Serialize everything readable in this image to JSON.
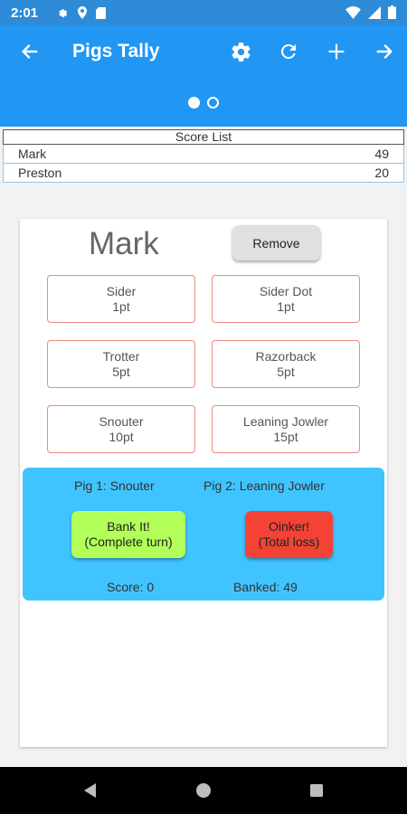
{
  "status_bar": {
    "time": "2:01",
    "left_icons": [
      "gear-icon",
      "location-icon",
      "sd-card-icon"
    ],
    "right_icons": [
      "wifi-icon",
      "signal-icon",
      "battery-icon"
    ]
  },
  "app_bar": {
    "title": "Pigs Tally",
    "color": "#2196f3",
    "actions": [
      "settings-icon",
      "refresh-icon",
      "add-icon",
      "forward-icon"
    ],
    "pager": {
      "pages": 2,
      "active": 0
    }
  },
  "score_list": {
    "header": "Score List",
    "rows": [
      {
        "name": "Mark",
        "score": "49"
      },
      {
        "name": "Preston",
        "score": "20"
      }
    ]
  },
  "player_card": {
    "name": "Mark",
    "remove_label": "Remove",
    "pig_buttons": [
      {
        "label": "Sider",
        "points": "1pt"
      },
      {
        "label": "Sider Dot",
        "points": "1pt"
      },
      {
        "label": "Trotter",
        "points": "5pt"
      },
      {
        "label": "Razorback",
        "points": "5pt"
      },
      {
        "label": "Snouter",
        "points": "10pt"
      },
      {
        "label": "Leaning Jowler",
        "points": "15pt"
      }
    ],
    "turn": {
      "pig1": "Pig 1: Snouter",
      "pig2": "Pig 2: Leaning Jowler",
      "bank_line1": "Bank It!",
      "bank_line2": "(Complete turn)",
      "oink_line1": "Oinker!",
      "oink_line2": "(Total loss)",
      "score": "Score: 0",
      "banked": "Banked: 49",
      "panel_color": "#40c4ff",
      "bank_color": "#b2ff59",
      "oink_color": "#f44336"
    }
  }
}
